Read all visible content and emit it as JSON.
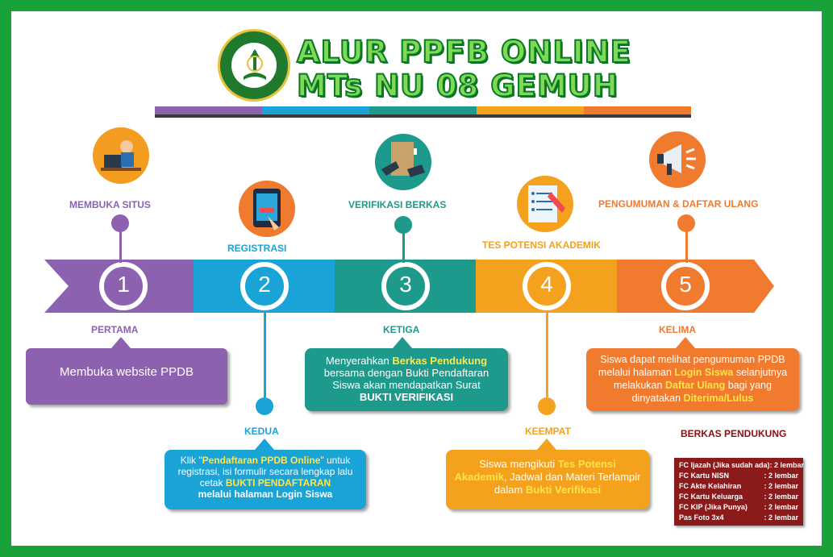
{
  "title": {
    "line1": "ALUR PPFB ONLINE",
    "line2": "MTs NU 08 GEMUH"
  },
  "colors": {
    "purple": "#8c62b0",
    "blue": "#1aa3d7",
    "teal": "#1d9a8c",
    "orange": "#f4a11d",
    "red": "#f07a2e",
    "frame": "#1aa23a",
    "maroon": "#8b1a1a"
  },
  "steps": [
    {
      "num": "1",
      "name": "MEMBUKA SITUS",
      "ordinal": "PERTAMA",
      "icon": "computer-user-icon"
    },
    {
      "num": "2",
      "name": "REGISTRASI",
      "ordinal": "KEDUA",
      "icon": "tablet-form-icon"
    },
    {
      "num": "3",
      "name": "VERIFIKASI BERKAS",
      "ordinal": "KETIGA",
      "icon": "document-folder-icon"
    },
    {
      "num": "4",
      "name": "TES POTENSI AKADEMIK",
      "ordinal": "KEEMPAT",
      "icon": "exam-paper-icon"
    },
    {
      "num": "5",
      "name": "PENGUMUMAN & DAFTAR ULANG",
      "ordinal": "KELIMA",
      "icon": "megaphone-icon"
    }
  ],
  "box1": {
    "text": "Membuka website PPDB"
  },
  "box2": {
    "t1": "Klik \"",
    "h1": "Pendaftaran PPDB Online",
    "t2": "\" untuk registrasi, isi formulir secara lengkap lalu cetak ",
    "h2": "BUKTI PENDAFTARAN",
    "t3": "melalui halaman Login Siswa"
  },
  "box3": {
    "t1": "Menyerahkan ",
    "h1": "Berkas Pendukung",
    "t2": "bersama dengan Bukti Pendaftaran Siswa akan mendapatkan Surat",
    "t3": "BUKTI VERIFIKASI"
  },
  "box4": {
    "t1": "Siswa mengikuti ",
    "h1": "Tes Potensi Akademik",
    "t2": ", Jadwal dan Materi Terlampir dalam ",
    "h2": "Bukti Verifikasi"
  },
  "box5": {
    "t1": "Siswa dapat melihat pengumuman PPDB melalui halaman ",
    "h1": "Login Siswa",
    "t2": " selanjutnya melakukan ",
    "h2": "Daftar Ulang",
    "t3": " bagi yang dinyatakan ",
    "h3": "Diterima/Lulus"
  },
  "berkas": {
    "title": "BERKAS PENDUKUNG",
    "rows": [
      {
        "item": "FC Ijazah (Jika sudah ada)",
        "qty": ": 2 lembar"
      },
      {
        "item": "FC Kartu NISN",
        "qty": ": 2 lembar"
      },
      {
        "item": "FC Akte Kelahiran",
        "qty": ": 2 lembar"
      },
      {
        "item": "FC Kartu Keluarga",
        "qty": ": 2 lembar"
      },
      {
        "item": "FC KIP (Jika Punya)",
        "qty": ": 2 lembar"
      },
      {
        "item": "Pas Foto 3x4",
        "qty": ": 2 lembar"
      }
    ]
  }
}
